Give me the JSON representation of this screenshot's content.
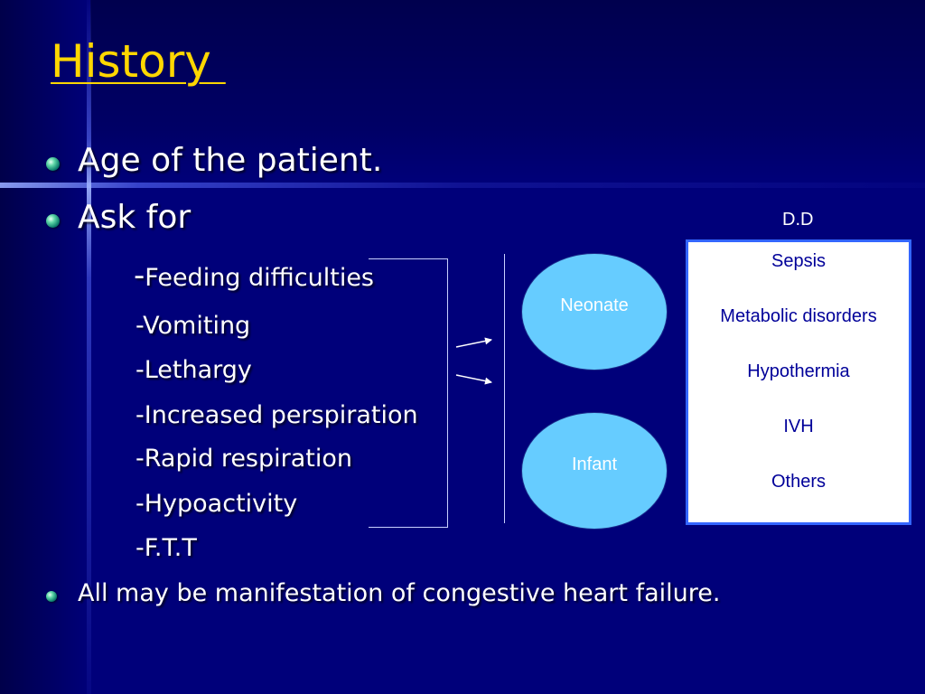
{
  "slide": {
    "title": "History ",
    "bullets": [
      " Age of the patient.",
      "Ask for"
    ],
    "symptoms": {
      "first_dash": "-",
      "first_text": "Feeding difficulties",
      "items": [
        "-Vomiting",
        "-Lethargy",
        "-Increased perspiration",
        "-Rapid respiration",
        "-Hypoactivity",
        "-F.T.T"
      ]
    },
    "conclusion": "All may be manifestation of congestive heart failure."
  },
  "diagram": {
    "groups": [
      "Neonate",
      "Infant"
    ],
    "group_color": "#66ccff",
    "dd_label": "D.D",
    "dd_items": [
      "Sepsis",
      "Metabolic disorders",
      "Hypothermia",
      "IVH",
      "Others"
    ],
    "dd_border_color": "#3366ff"
  },
  "colors": {
    "background": "#00007a",
    "title": "#ffd700",
    "body_text": "#ffffff",
    "dd_text": "#000099"
  }
}
